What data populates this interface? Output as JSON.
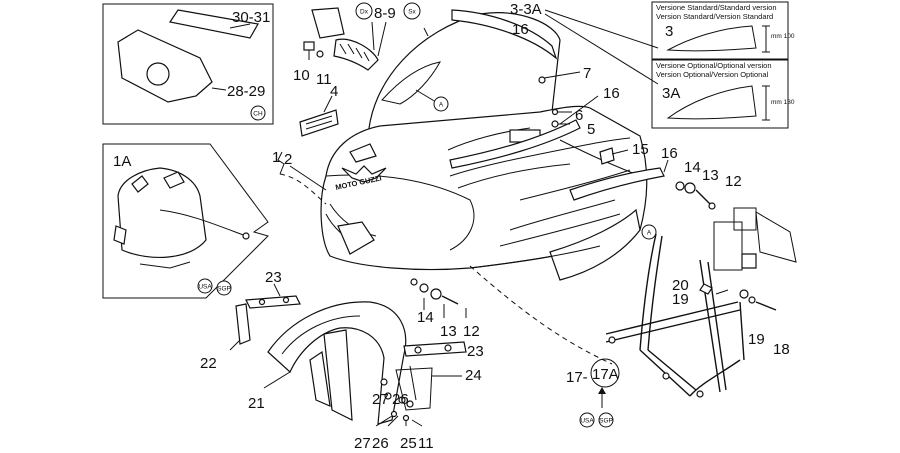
{
  "labels": {
    "p30_31": "30-31",
    "p28_29": "28-29",
    "p10": "10",
    "p11_top": "11",
    "p8_9": "8-9",
    "p3_3a": "3-3A",
    "p16_top": "16",
    "p7": "7",
    "p16_mid": "16",
    "p6": "6",
    "p5": "5",
    "p4": "4",
    "p1": "1",
    "p2": "2",
    "p1a": "1A",
    "p15": "15",
    "p16_right": "16",
    "p14_right": "14",
    "p13_right": "13",
    "p12_right": "12",
    "p23_top": "23",
    "p22": "22",
    "p14_mid": "14",
    "p13_mid": "13",
    "p12_mid": "12",
    "p20": "20",
    "p19_a": "19",
    "p19_b": "19",
    "p18": "18",
    "p23_mid": "23",
    "p24": "24",
    "p21": "21",
    "p27_a": "27",
    "p26_a": "26",
    "p27_b": "27",
    "p26_b": "26",
    "p25": "25",
    "p11_bottom": "11",
    "p17": "17-",
    "p17a": "17A",
    "p3": "3",
    "p3a": "3A"
  },
  "badges": {
    "dx": "Dx",
    "sx": "Sx",
    "a_top": "A",
    "a_right": "A",
    "ch": "CH",
    "usa_left": "USA",
    "sgp_left": "SGP",
    "usa_bottom": "USA",
    "sgp_bottom": "SGP"
  },
  "version_boxes": {
    "standard_title": "Versione Standard/Standard version",
    "standard_subtitle": "Version Standard/Version Standard",
    "standard_height": "mm 100",
    "optional_title": "Versione Optional/Optional version",
    "optional_subtitle": "Version Optional/Version Optional",
    "optional_height": "mm 130"
  },
  "fairing_brand": "MOTO GUZZI"
}
